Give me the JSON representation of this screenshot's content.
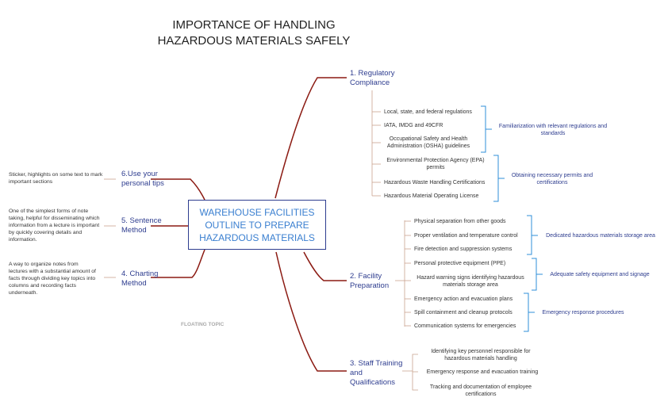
{
  "title": {
    "line1": "IMPORTANCE OF HANDLING",
    "line2": "HAZARDOUS MATERIALS SAFELY"
  },
  "central": "WAREHOUSE FACILITIES OUTLINE TO PREPARE HAZARDOUS MATERIALS",
  "colors": {
    "branch": "#8b1a12",
    "central_border": "#2e3d8f",
    "central_text": "#3a7fd0",
    "bracket": "#2f8fd8",
    "topic_text": "#2e3d8f"
  },
  "regulatory": {
    "label": "1. Regulatory Compliance",
    "items": [
      "Local, state, and federal regulations",
      "IATA, IMDG and 49CFR",
      "Occupational Safety and Health Administration (OSHA) guidelines",
      "Environmental Protection Agency (EPA) permits",
      "Hazardous Waste Handling Certifications",
      "Hazardous Material Operating License"
    ],
    "groups": [
      "Familiarization with relevant regulations and standards",
      "Obtaining necessary permits and certifications"
    ]
  },
  "facility": {
    "label": "2. Facility Preparation",
    "items": [
      "Physical separation from other goods",
      "Proper ventilation and temperature control",
      "Fire detection and suppression systems",
      "Personal protective equipment (PPE)",
      "Hazard warning signs identifying hazardous materials storage area",
      "Emergency action and evacuation plans",
      "Spill containment and cleanup protocols",
      "Communication systems for emergencies"
    ],
    "groups": [
      "Dedicated hazardous materials storage area",
      "Adequate safety equipment and signage",
      "Emergency response procedures"
    ]
  },
  "staff": {
    "label": "3. Staff Training and Qualifications",
    "items": [
      "Identifying key personnel responsible for hazardous materials handling",
      "Emergency response and evacuation training",
      "Tracking and documentation of employee certifications"
    ]
  },
  "left": [
    {
      "label": "6.Use your personal tips",
      "note": "Sticker, highlights on some text to mark important sections"
    },
    {
      "label": "5. Sentence Method",
      "note": "One of the simplest forms of note taking, helpful for disseminating which information from a lecture is important by quickly covering details and information."
    },
    {
      "label": "4. Charting Method",
      "note": "A way to organize notes from lectures with a substantial amount of facts through dividing key topics into columns and recording facts underneath."
    }
  ],
  "floating": "FLOATING TOPIC"
}
